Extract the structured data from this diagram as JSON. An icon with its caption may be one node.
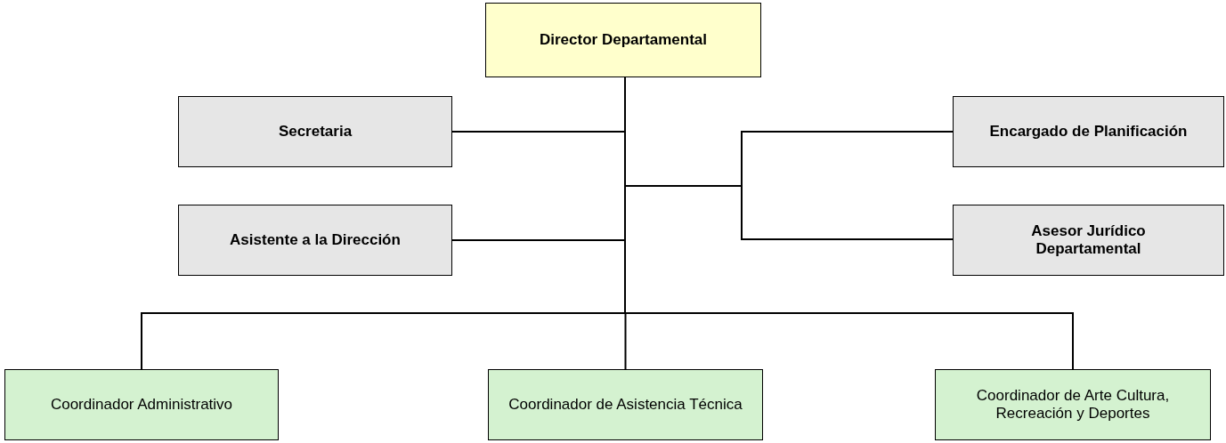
{
  "diagram": {
    "nodes": [
      {
        "text": [
          "Director Departamental"
        ]
      },
      {
        "text": [
          "Secretaria"
        ]
      },
      {
        "text": [
          "Encargado de Planificación"
        ]
      },
      {
        "text": [
          "Asistente a la Dirección"
        ]
      },
      {
        "text": [
          "Asesor Jurídico Departamental"
        ]
      },
      {
        "text": [
          "Coordinador Administrativo"
        ]
      },
      {
        "text": [
          "Coordinador de Asistencia Técnica"
        ]
      },
      {
        "text": [
          "Coordinador de Arte Cultura, Recreación y Deportes"
        ]
      }
    ],
    "edges": [
      {
        "from": 0,
        "to": 1,
        "arrow": "none"
      },
      {
        "from": 0,
        "to": 2,
        "arrow": "none"
      },
      {
        "from": 0,
        "to": 3,
        "arrow": "none"
      },
      {
        "from": 0,
        "to": 4,
        "arrow": "none"
      },
      {
        "from": 0,
        "to": 5,
        "arrow": "none"
      },
      {
        "from": 0,
        "to": 6,
        "arrow": "none"
      },
      {
        "from": 0,
        "to": 7,
        "arrow": "none"
      }
    ]
  }
}
